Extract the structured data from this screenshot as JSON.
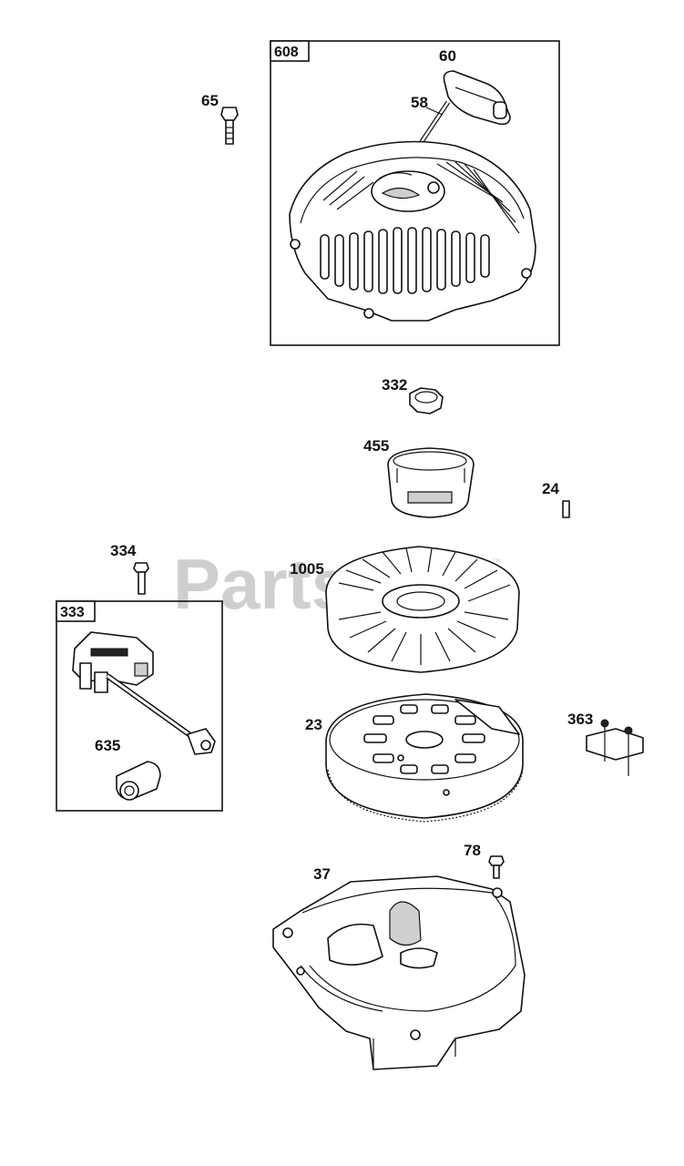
{
  "watermark": {
    "text": "PartsTree",
    "tm": "™"
  },
  "boxes": {
    "recoil": {
      "label": "608"
    },
    "ignition": {
      "label": "333"
    }
  },
  "callouts": {
    "p65": "65",
    "p60": "60",
    "p58": "58",
    "p332": "332",
    "p455": "455",
    "p24": "24",
    "p334": "334",
    "p1005": "1005",
    "p23": "23",
    "p363": "363",
    "p635": "635",
    "p78": "78",
    "p37": "37"
  }
}
